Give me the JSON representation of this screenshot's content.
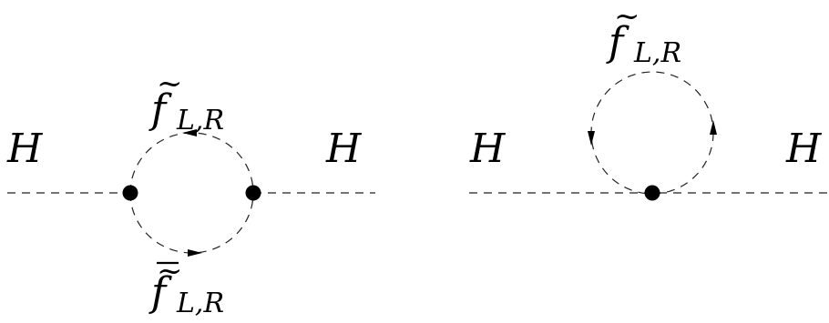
{
  "diagram_1": {
    "left_field": "H",
    "right_field": "H",
    "upper_label": {
      "accent": "~",
      "base": "f",
      "subscript": "L,R"
    },
    "lower_label": {
      "accent": "~",
      "base": "f",
      "subscript": "L,R"
    }
  },
  "diagram_2": {
    "left_field": "H",
    "right_field": "H",
    "loop_label": {
      "accent": "~",
      "base": "f",
      "subscript": "L,R"
    }
  }
}
